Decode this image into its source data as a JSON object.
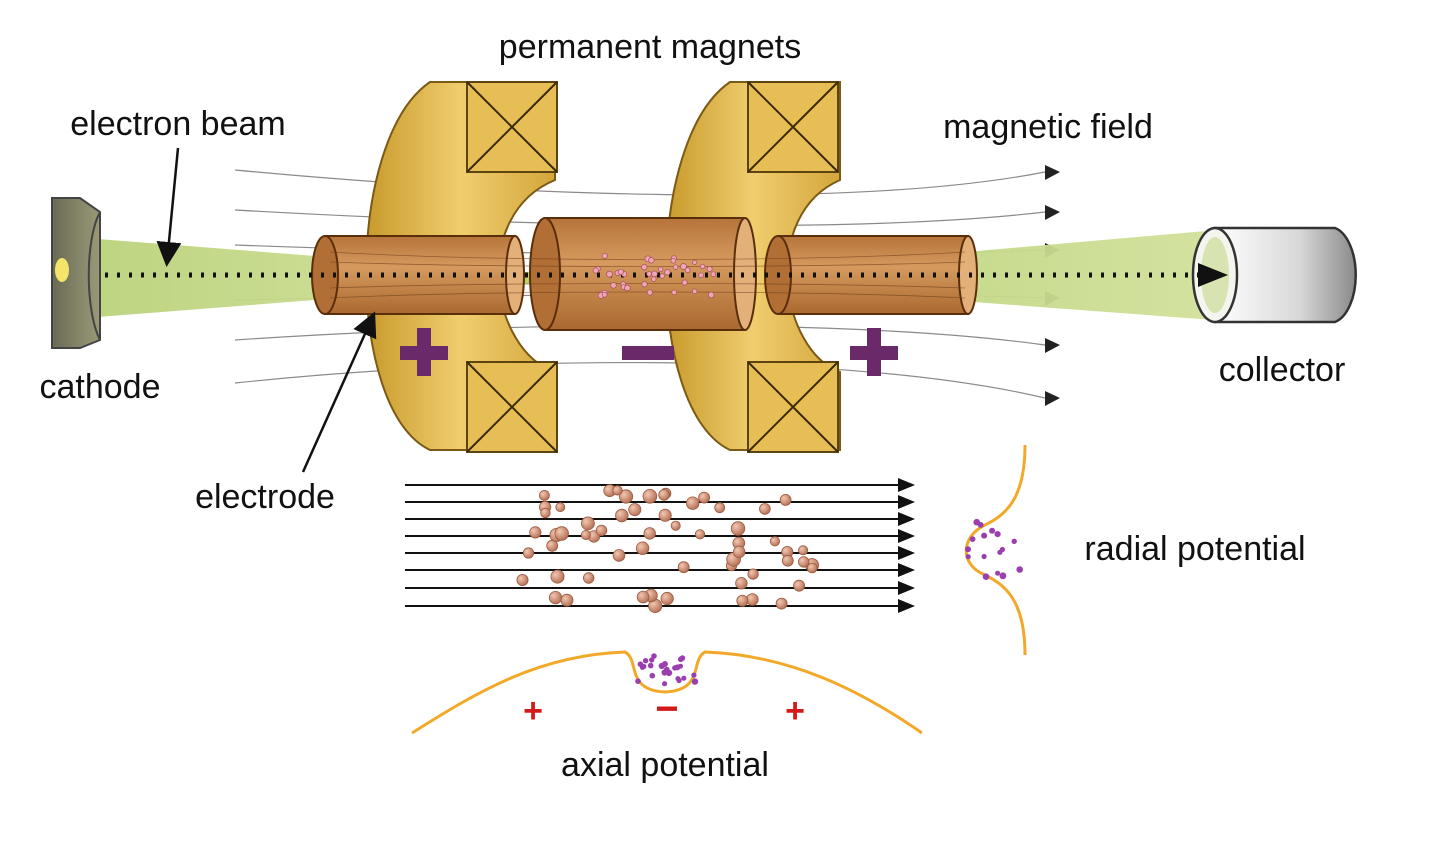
{
  "labels": {
    "permanent_magnets": "permanent magnets",
    "electron_beam": "electron beam",
    "magnetic_field": "magnetic field",
    "cathode": "cathode",
    "collector": "collector",
    "electrode": "electrode",
    "radial_potential": "radial potential",
    "axial_potential": "axial potential"
  },
  "electrode_signs": [
    "+",
    "−",
    "+"
  ],
  "potential_signs": [
    "+",
    "−",
    "+"
  ],
  "colors": {
    "beam": "#c9dc8f",
    "magnet": "#e2b64c",
    "electrode": "#c98b4e",
    "sign": "#6a2a6a",
    "potential_curve": "#f2a92a",
    "potential_sign": "#d21a1a",
    "ion_purple": "#9a3fae",
    "ion_bead": "#c98a6e"
  }
}
